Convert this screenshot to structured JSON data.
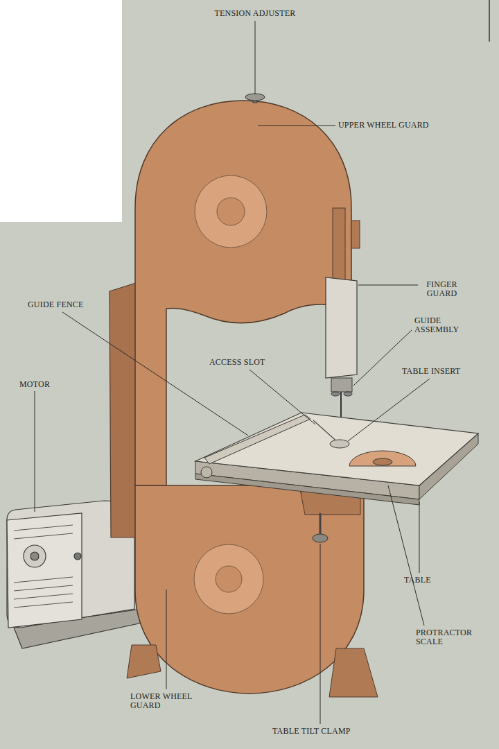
{
  "diagram": {
    "labels": [
      "TENSION ADJUSTER",
      "UPPER WHEEL GUARD",
      "FINGER GUARD",
      "GUIDE FENCE",
      "GUIDE ASSEMBLY",
      "ACCESS SLOT",
      "TABLE INSERT",
      "MOTOR",
      "TABLE",
      "PROTRACTOR SCALE",
      "LOWER WHEEL GUARD",
      "TABLE TILT CLAMP"
    ]
  }
}
